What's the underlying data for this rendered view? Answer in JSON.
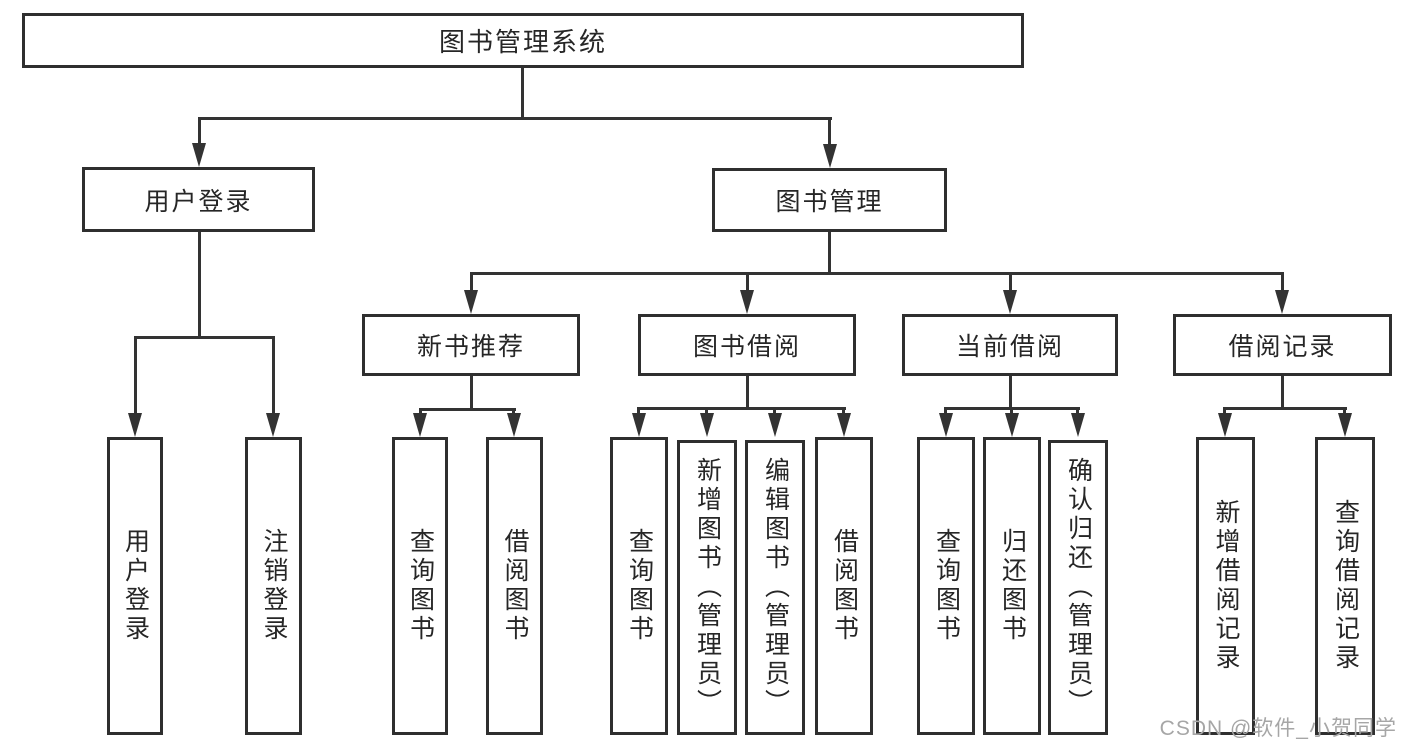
{
  "tree": {
    "label": "图书管理系统",
    "children": [
      {
        "label": "用户登录",
        "children": [
          {
            "label": "用户登录"
          },
          {
            "label": "注销登录"
          }
        ]
      },
      {
        "label": "图书管理",
        "children": [
          {
            "label": "新书推荐",
            "children": [
              {
                "label": "查询图书"
              },
              {
                "label": "借阅图书"
              }
            ]
          },
          {
            "label": "图书借阅",
            "children": [
              {
                "label": "查询图书"
              },
              {
                "label": "新增图书（管理员）"
              },
              {
                "label": "编辑图书（管理员）"
              },
              {
                "label": "借阅图书"
              }
            ]
          },
          {
            "label": "当前借阅",
            "children": [
              {
                "label": "查询图书"
              },
              {
                "label": "归还图书"
              },
              {
                "label": "确认归还（管理员）"
              }
            ]
          },
          {
            "label": "借阅记录",
            "children": [
              {
                "label": "新增借阅记录"
              },
              {
                "label": "查询借阅记录"
              }
            ]
          }
        ]
      }
    ]
  },
  "watermark": {
    "text": "CSDN @软件_小贺同学"
  },
  "colors": {
    "line": "#333333",
    "border": "#2f2f2f",
    "text": "#262626",
    "background": "#ffffff",
    "watermark": "#a6a6a6"
  }
}
